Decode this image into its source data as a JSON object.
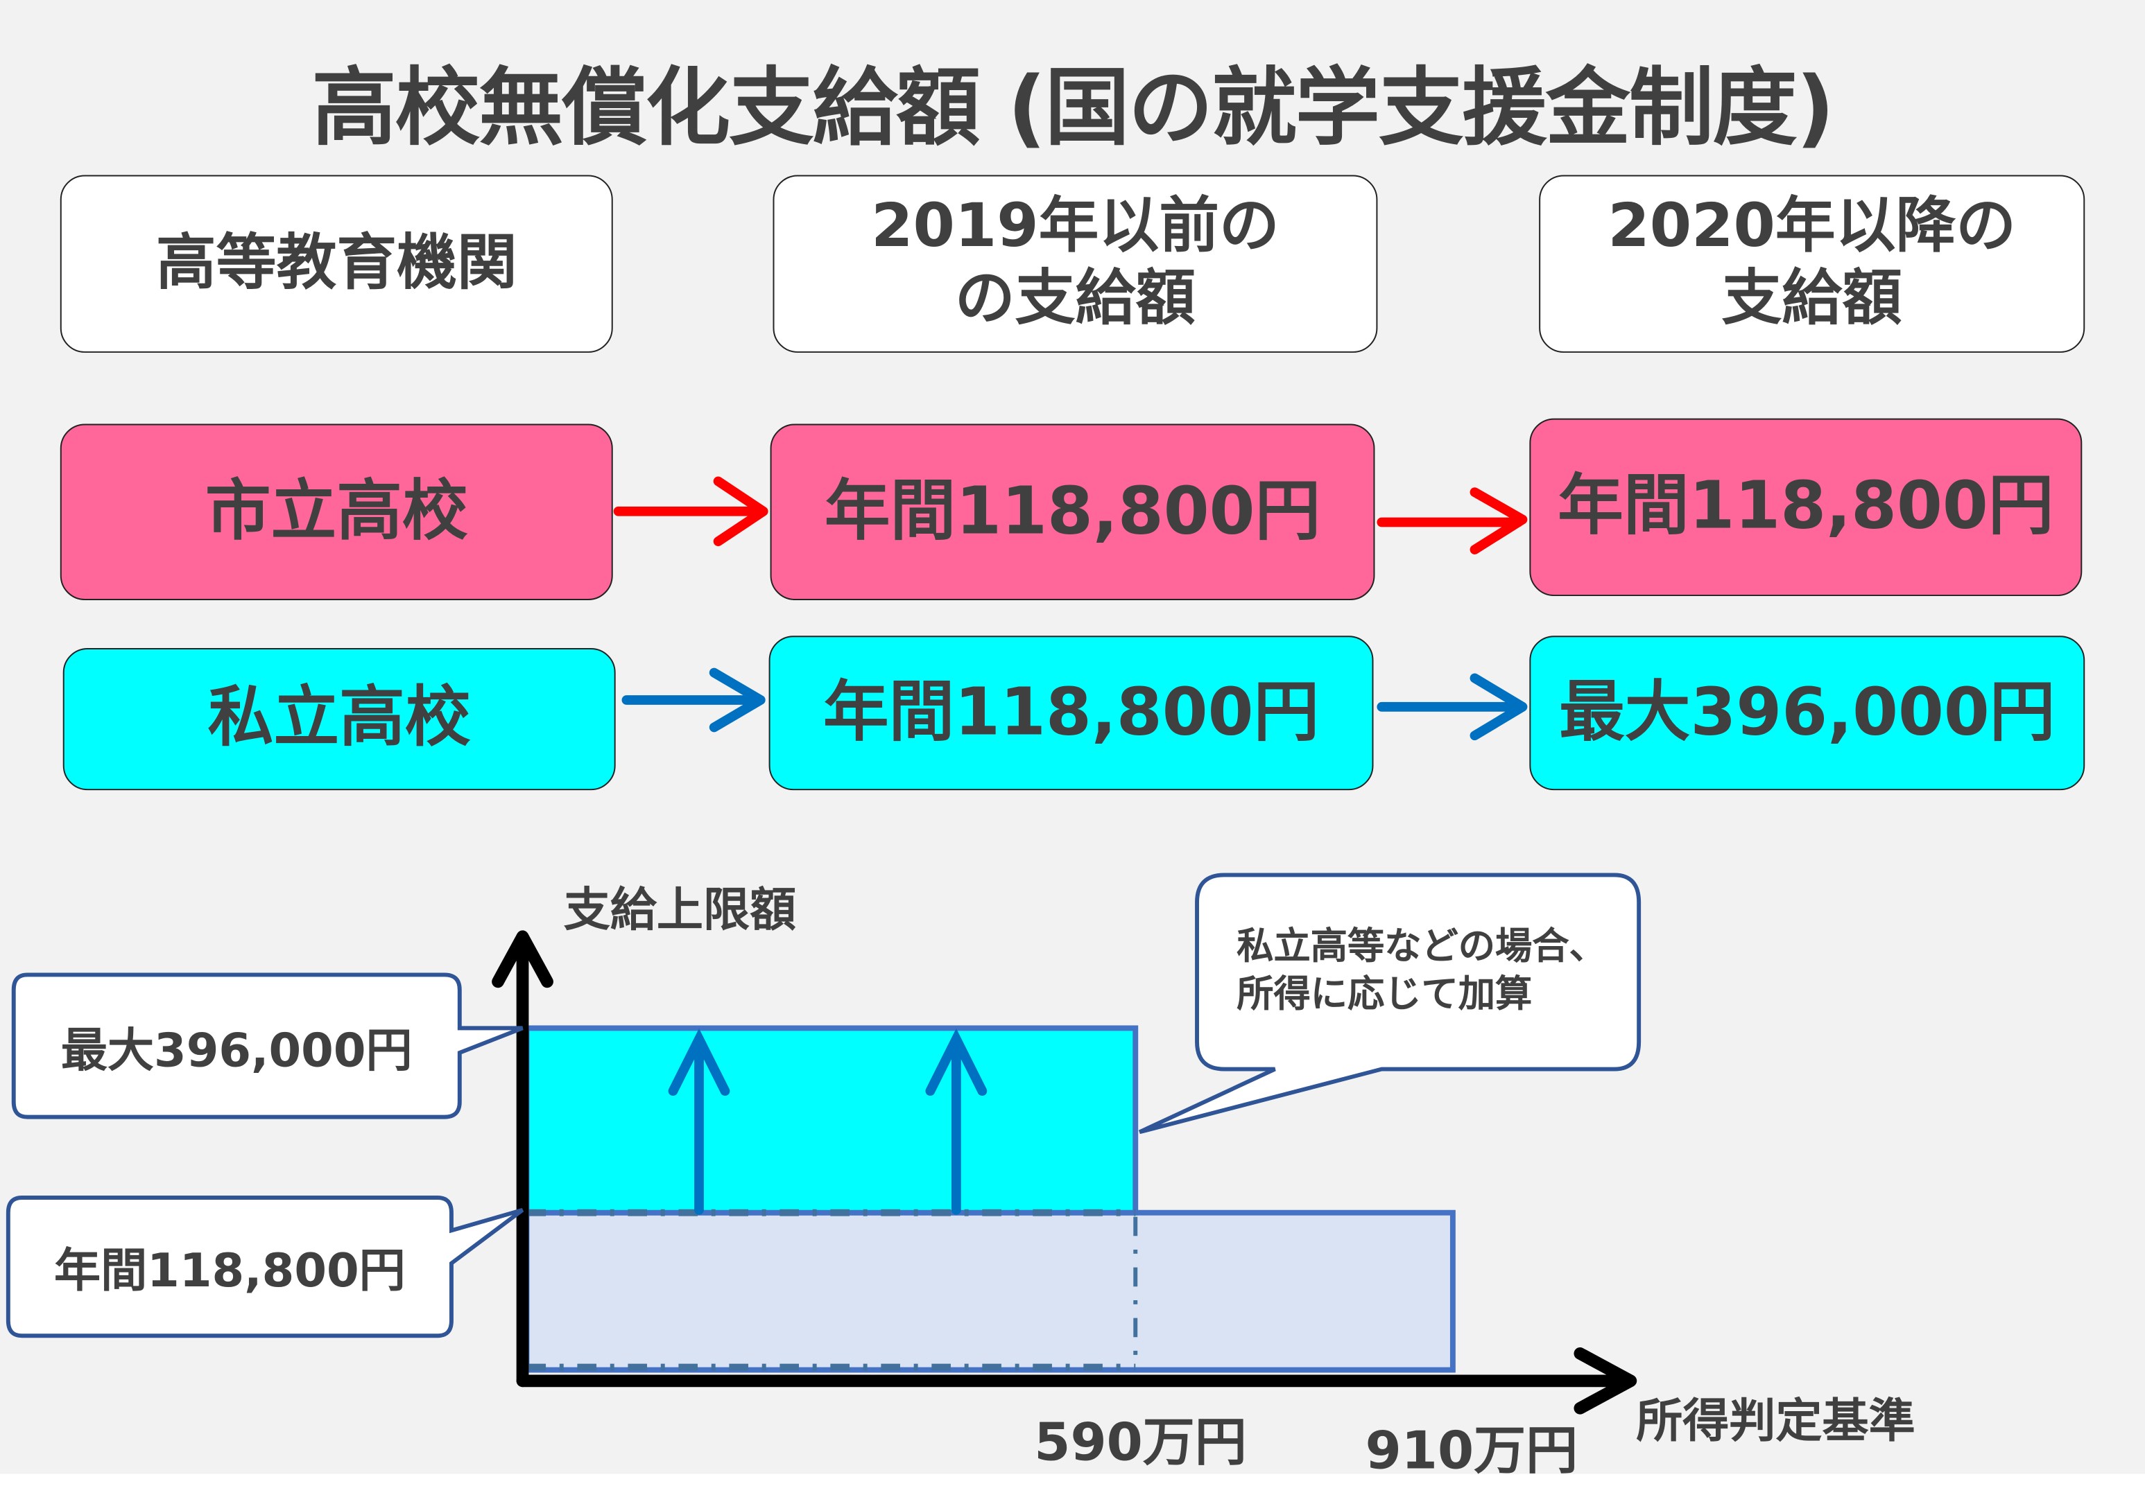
{
  "title": "高校無償化支給額 (国の就学支援金制度)",
  "headers": [
    "高等教育機関",
    "2019年以前の\nの支給額",
    "2020年以降の\n支給額"
  ],
  "rows": [
    {
      "institution": "市立高校",
      "before_2019": "年間118,800円",
      "after_2020": "年間118,800円"
    },
    {
      "institution": "私立高校",
      "before_2019": "年間118,800円",
      "after_2020": "最大396,000円"
    }
  ],
  "chart": {
    "y_axis_label": "支給上限額",
    "x_axis_label": "所得判定基準",
    "callout_max": "最大396,000円",
    "callout_base": "年間118,800円",
    "callout_note_line1": "私立高等などの場合、",
    "callout_note_line2": "所得に応じて加算",
    "tick_590": "590万円",
    "tick_910": "910万円"
  },
  "colors": {
    "pink": "#ff6699",
    "cyan": "#00ffff",
    "red_arrow": "#ff0000",
    "blue_arrow": "#0070c0",
    "outline": "#4472c4",
    "light_fill": "#dae3f3",
    "text": "#404040"
  }
}
